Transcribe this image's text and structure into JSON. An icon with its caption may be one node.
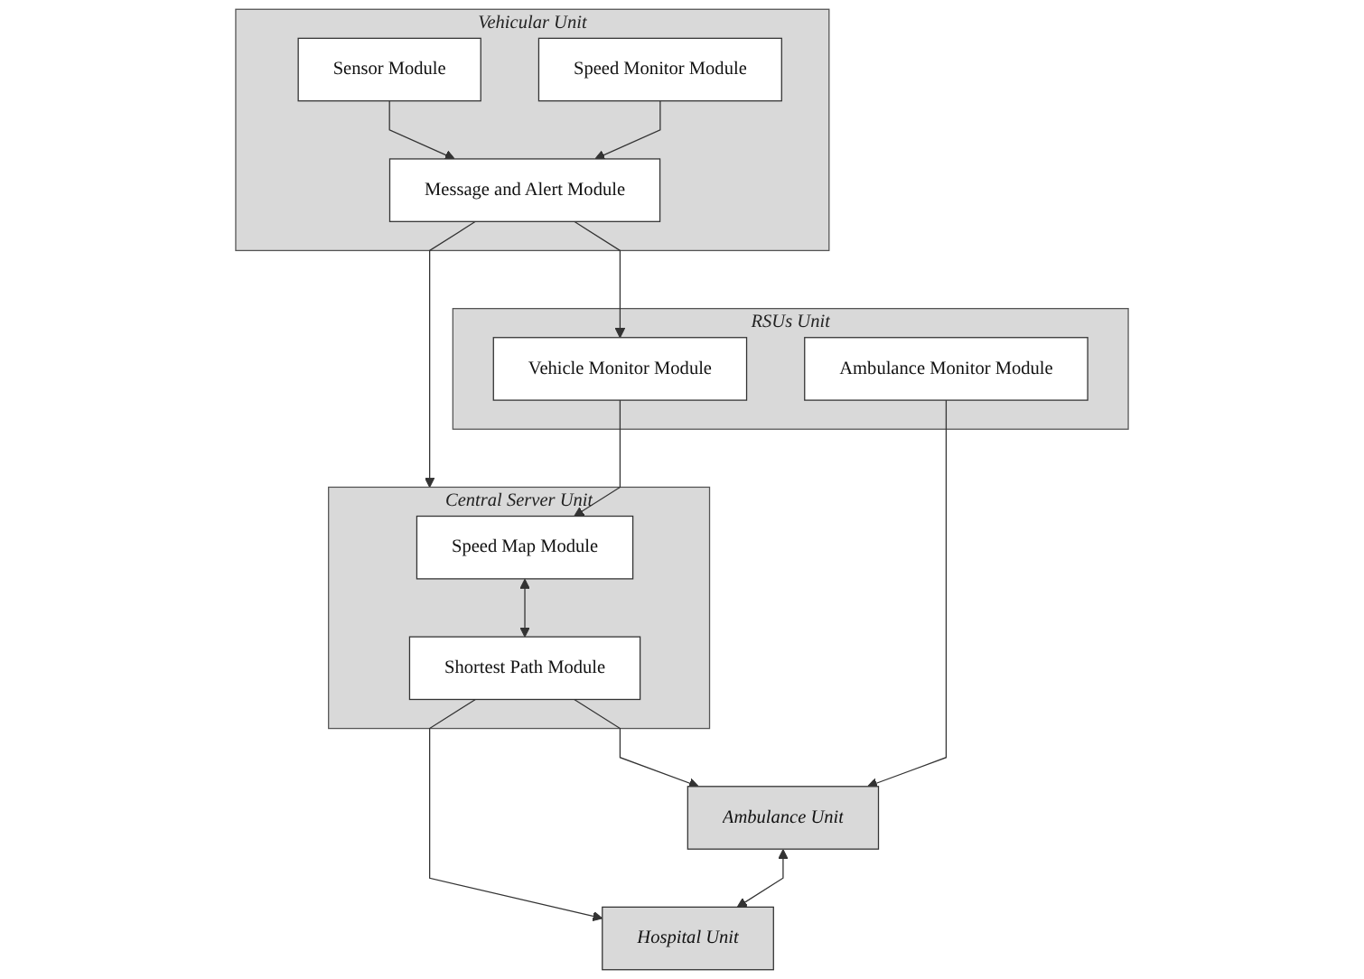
{
  "diagram": {
    "nodes": [
      {
        "text": [
          "Vehicular Unit"
        ]
      },
      {
        "text": [
          "Sensor Module"
        ],
        "in": 0
      },
      {
        "text": [
          "Message and Alert Module"
        ],
        "in": 0
      },
      {
        "text": [
          "Speed Monitor Module"
        ],
        "in": 0
      },
      {
        "text": [
          "Central Server Unit"
        ]
      },
      {
        "text": [
          "Speed Map Module"
        ],
        "in": 4
      },
      {
        "text": [
          "Shortest Path Module"
        ],
        "in": 4
      },
      {
        "text": [
          "RSUs Unit"
        ]
      },
      {
        "text": [
          "Vehicle Monitor Module"
        ],
        "in": 7
      },
      {
        "text": [
          "Ambulance Monitor Module"
        ],
        "in": 7
      },
      {
        "text": [
          "Ambulance Unit"
        ]
      },
      {
        "text": [
          "Hospital Unit"
        ]
      }
    ],
    "edges": [
      {
        "from": 1,
        "to": 2,
        "arrow": "to"
      },
      {
        "from": 3,
        "to": 2,
        "arrow": "to"
      },
      {
        "from": 2,
        "to": 4,
        "arrow": "to"
      },
      {
        "from": 2,
        "to": 8,
        "arrow": "to"
      },
      {
        "from": 8,
        "to": 5,
        "arrow": "to"
      },
      {
        "from": 5,
        "to": 6,
        "arrow": "both"
      },
      {
        "from": 6,
        "to": 10,
        "arrow": "to"
      },
      {
        "from": 6,
        "to": 11,
        "arrow": "to"
      },
      {
        "from": 9,
        "to": 10,
        "arrow": "to"
      },
      {
        "from": 10,
        "to": 11,
        "arrow": "both"
      }
    ]
  }
}
